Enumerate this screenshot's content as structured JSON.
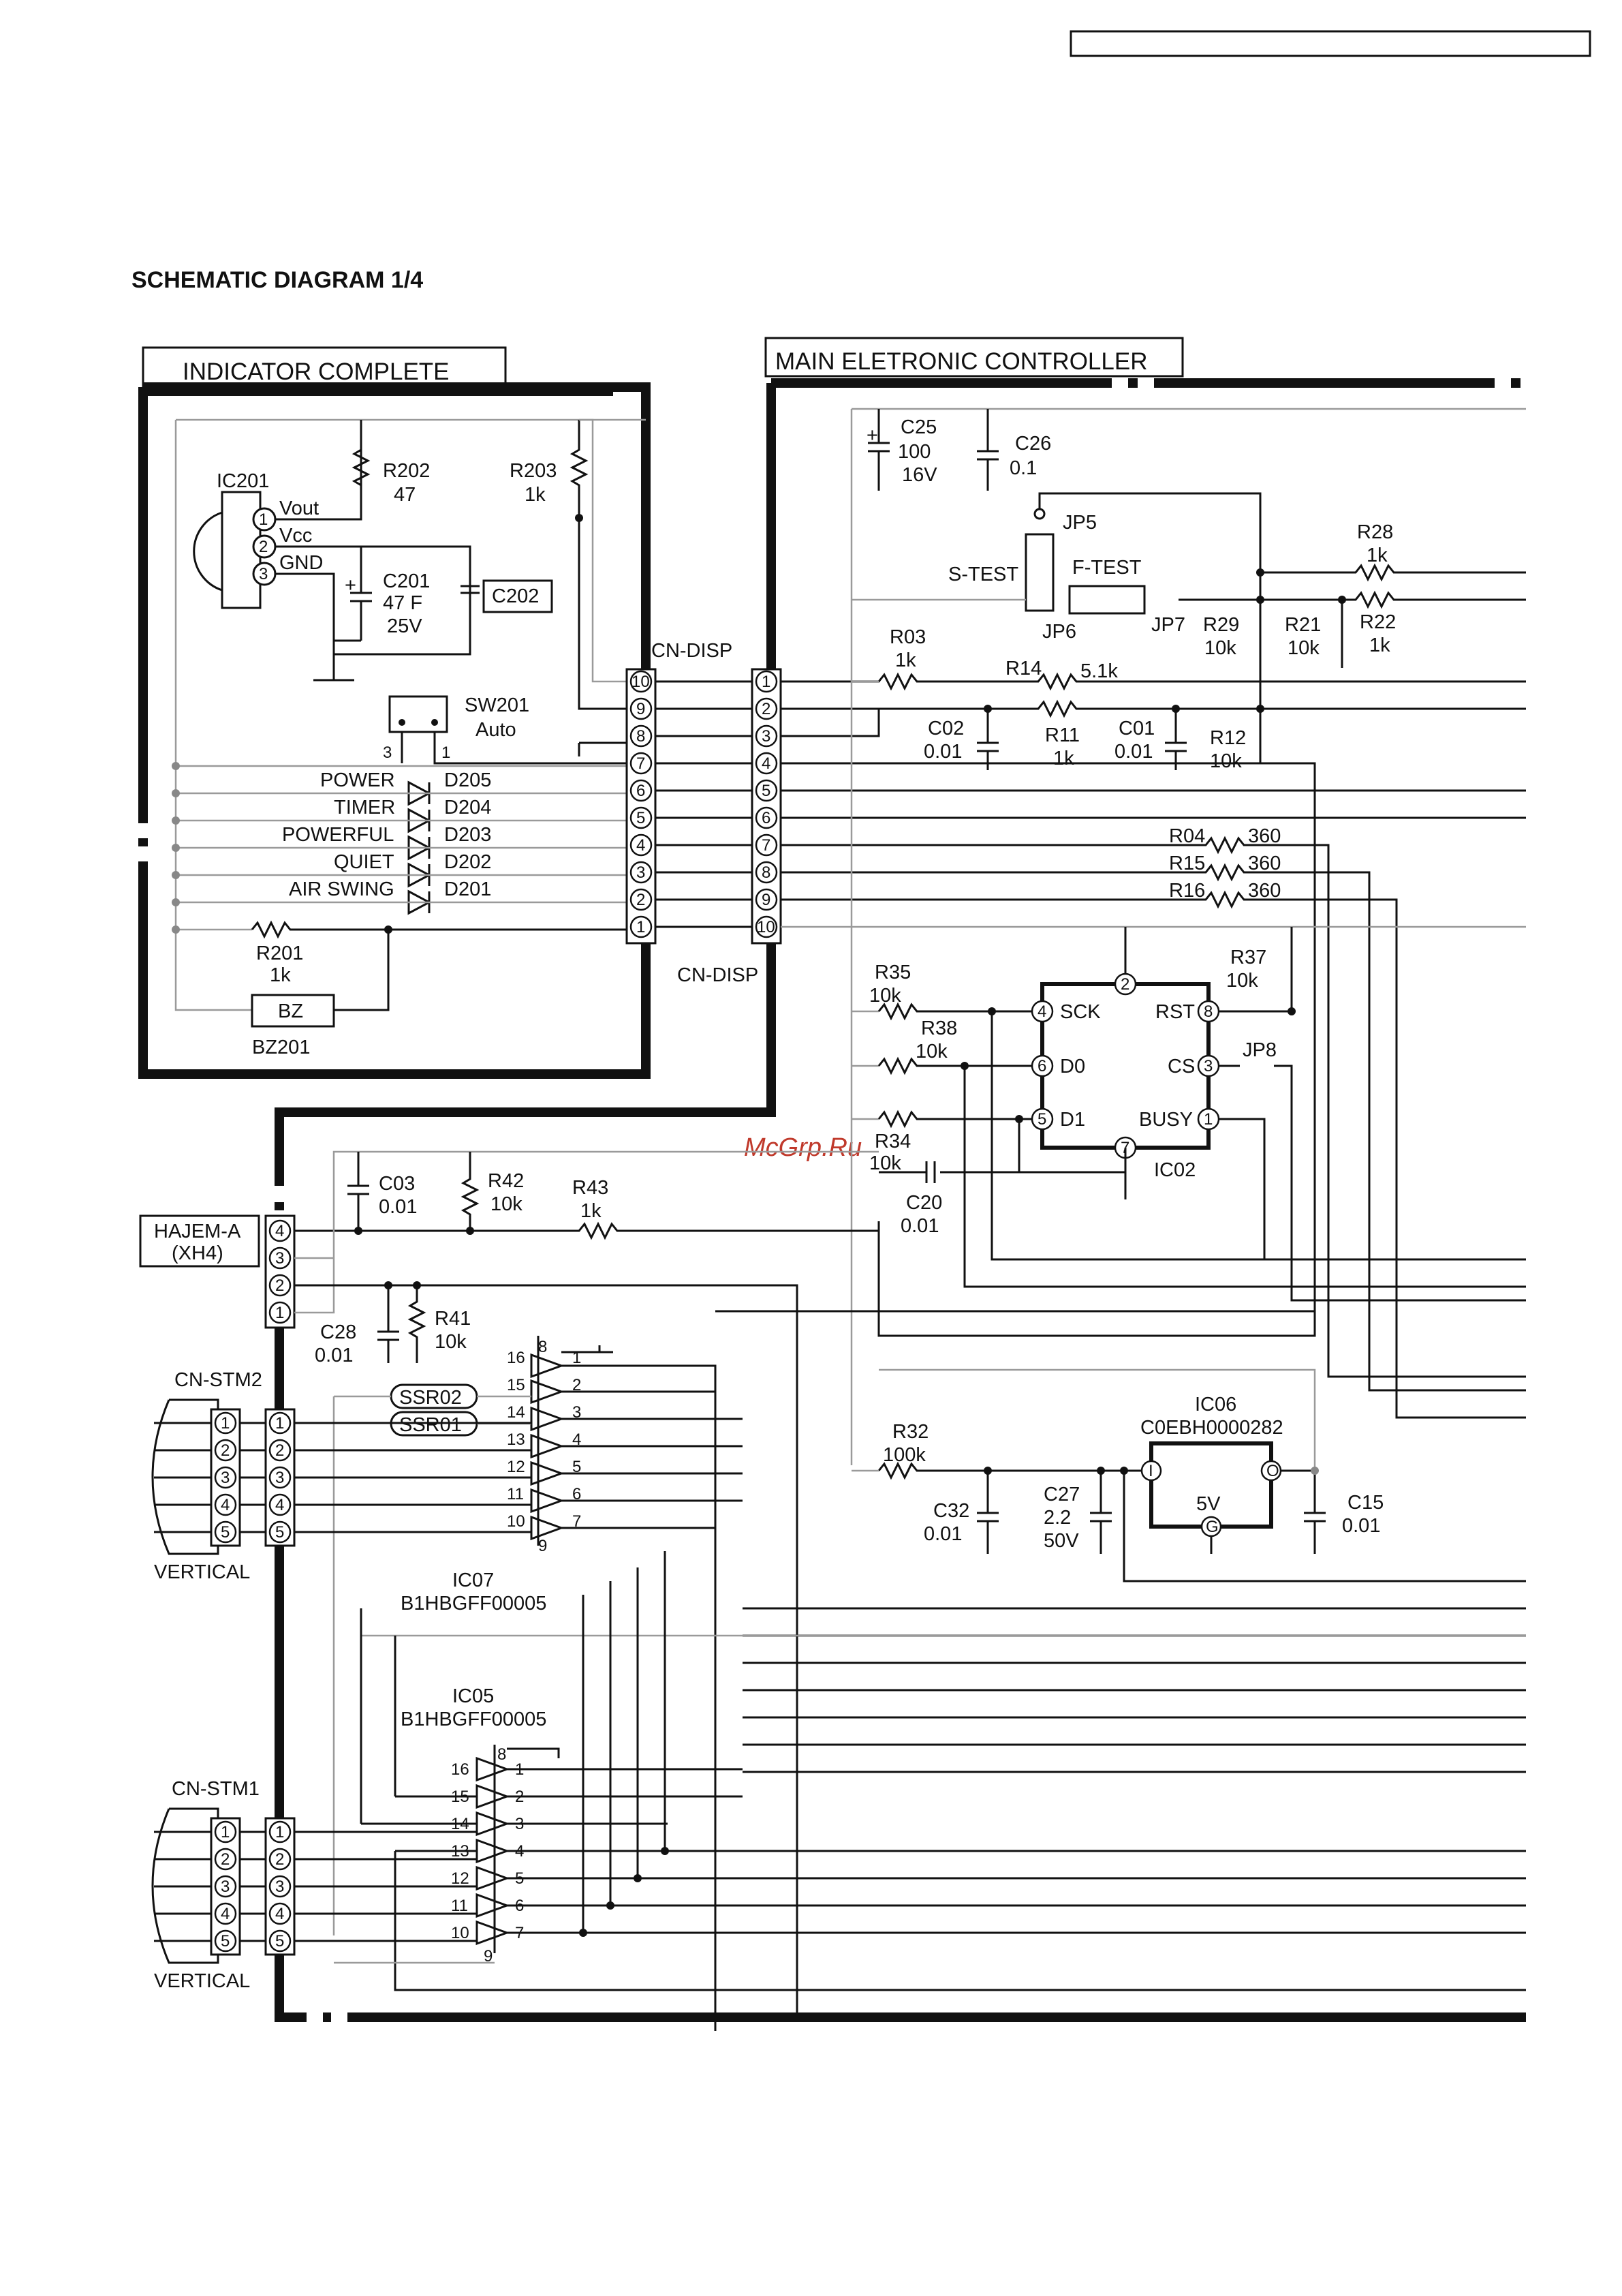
{
  "doc_title": "SCHEMATIC DIAGRAM 1/4",
  "watermark": "McGrp.Ru",
  "blocks": {
    "indicator": "INDICATOR COMPLETE",
    "main": "MAIN ELETRONIC CONTROLLER"
  },
  "connectors": {
    "cn_disp": "CN-DISP",
    "hajem_a": "HAJEM-A",
    "hajem_a_sub": "(XH4)",
    "cn_stm2": "CN-STM2",
    "cn_stm1": "CN-STM1",
    "vertical": "VERTICAL"
  },
  "ic201": {
    "ref": "IC201",
    "vout": "Vout",
    "vcc": "Vcc",
    "gnd": "GND"
  },
  "indicator_parts": {
    "r202": "R202",
    "r202_val": "47",
    "r203": "R203",
    "r203_val": "1k",
    "c201": "C201",
    "c201_val1": "47 F",
    "c201_val2": "25V",
    "c202": "C202",
    "sw201": "SW201",
    "sw201_val": "Auto",
    "r201": "R201",
    "r201_val": "1k",
    "bz": "BZ",
    "bz201": "BZ201"
  },
  "leds": [
    {
      "label": "POWER",
      "ref": "D205"
    },
    {
      "label": "TIMER",
      "ref": "D204"
    },
    {
      "label": "POWERFUL",
      "ref": "D203"
    },
    {
      "label": "QUIET",
      "ref": "D202"
    },
    {
      "label": "AIR SWING",
      "ref": "D201"
    }
  ],
  "main_parts": {
    "c25": "C25",
    "c25_v1": "100",
    "c25_v2": "16V",
    "c26": "C26",
    "c26_v": "0.1",
    "jp5": "JP5",
    "jp6": "JP6",
    "jp7": "JP7",
    "jp8": "JP8",
    "s_test": "S-TEST",
    "f_test": "F-TEST",
    "r28": "R28",
    "r28_v": "1k",
    "r29": "R29",
    "r29_v": "10k",
    "r21": "R21",
    "r21_v": "10k",
    "r22": "R22",
    "r22_v": "1k",
    "r03": "R03",
    "r03_v": "1k",
    "r14": "R14",
    "r14_v": "5.1k",
    "r11": "R11",
    "r11_v": "1k",
    "c02": "C02",
    "c02_v": "0.01",
    "c01": "C01",
    "c01_v": "0.01",
    "r12": "R12",
    "r12_v": "10k",
    "r04": "R04",
    "r04_v": "360",
    "r15": "R15",
    "r15_v": "360",
    "r16": "R16",
    "r16_v": "360",
    "r35": "R35",
    "r35_v": "10k",
    "r38": "R38",
    "r38_v": "10k",
    "r34": "R34",
    "r34_v": "10k",
    "r37": "R37",
    "r37_v": "10k",
    "ic02": "IC02",
    "ic02_sck": "SCK",
    "ic02_d0": "D0",
    "ic02_d1": "D1",
    "ic02_rst": "RST",
    "ic02_cs": "CS",
    "ic02_busy": "BUSY",
    "c20": "C20",
    "c20_v": "0.01",
    "c03": "C03",
    "c03_v": "0.01",
    "r42": "R42",
    "r42_v": "10k",
    "r43": "R43",
    "r43_v": "1k",
    "c28": "C28",
    "c28_v": "0.01",
    "r41": "R41",
    "r41_v": "10k",
    "ssr02": "SSR02",
    "ssr01": "SSR01",
    "ic07": "IC07",
    "ic07_pn": "B1HBGFF00005",
    "ic05": "IC05",
    "ic05_pn": "B1HBGFF00005",
    "ic06": "IC06",
    "ic06_pn": "C0EBH0000282",
    "ic06_i": "I",
    "ic06_o": "O",
    "ic06_g": "G",
    "ic06_5v": "5V",
    "r32": "R32",
    "r32_v": "100k",
    "c32": "C32",
    "c32_v": "0.01",
    "c27": "C27",
    "c27_v1": "2.2",
    "c27_v2": "50V",
    "c15": "C15",
    "c15_v": "0.01"
  },
  "pin_numbers": [
    "1",
    "2",
    "3",
    "4",
    "5",
    "6",
    "7",
    "8",
    "9",
    "10",
    "11",
    "12",
    "13",
    "14",
    "15",
    "16"
  ]
}
